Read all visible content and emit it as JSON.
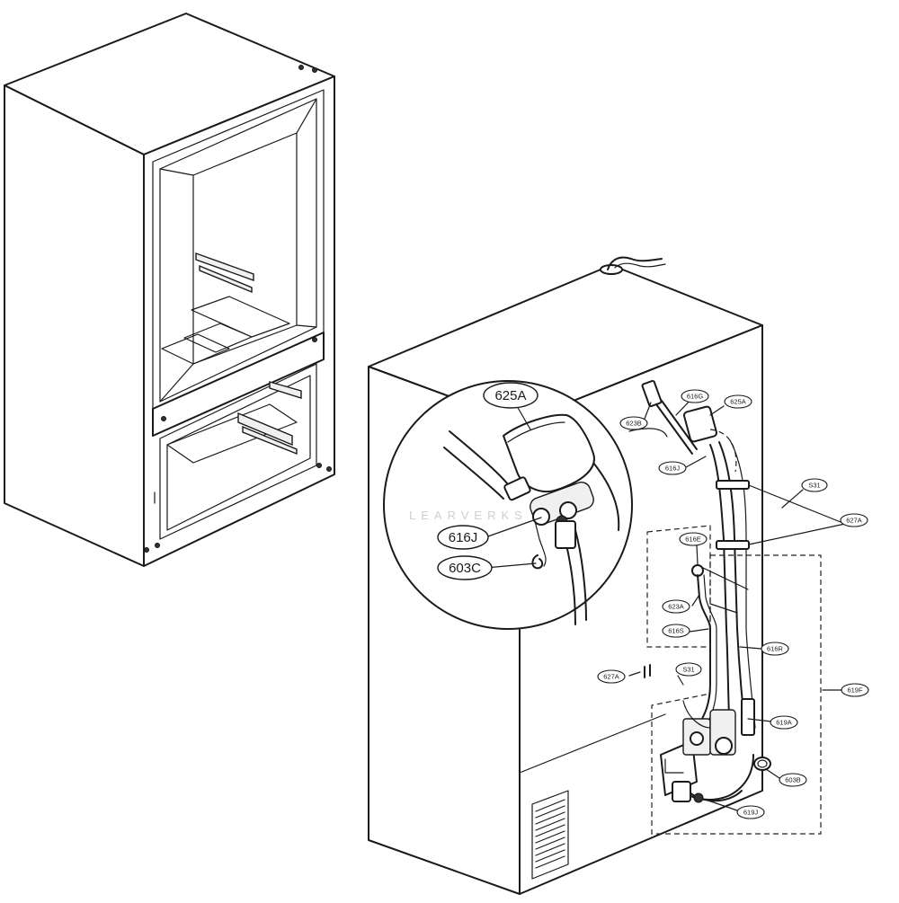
{
  "callouts_zoom": {
    "c625A": "625A",
    "c616J": "616J",
    "c603C": "603C"
  },
  "callouts_main": {
    "c623B": "623B",
    "c616G": "616G",
    "c625A": "625A",
    "c616J": "616J",
    "cS31a": "S31",
    "c627Aa": "627A",
    "c616E": "616E",
    "c623A": "623A",
    "c616S": "616S",
    "c616R": "616R",
    "c627Ab": "627A",
    "cS31b": "S31",
    "c619F": "619F",
    "c619A": "619A",
    "c603B": "603B",
    "c619J": "619J"
  },
  "watermark": "LEARVERKS"
}
